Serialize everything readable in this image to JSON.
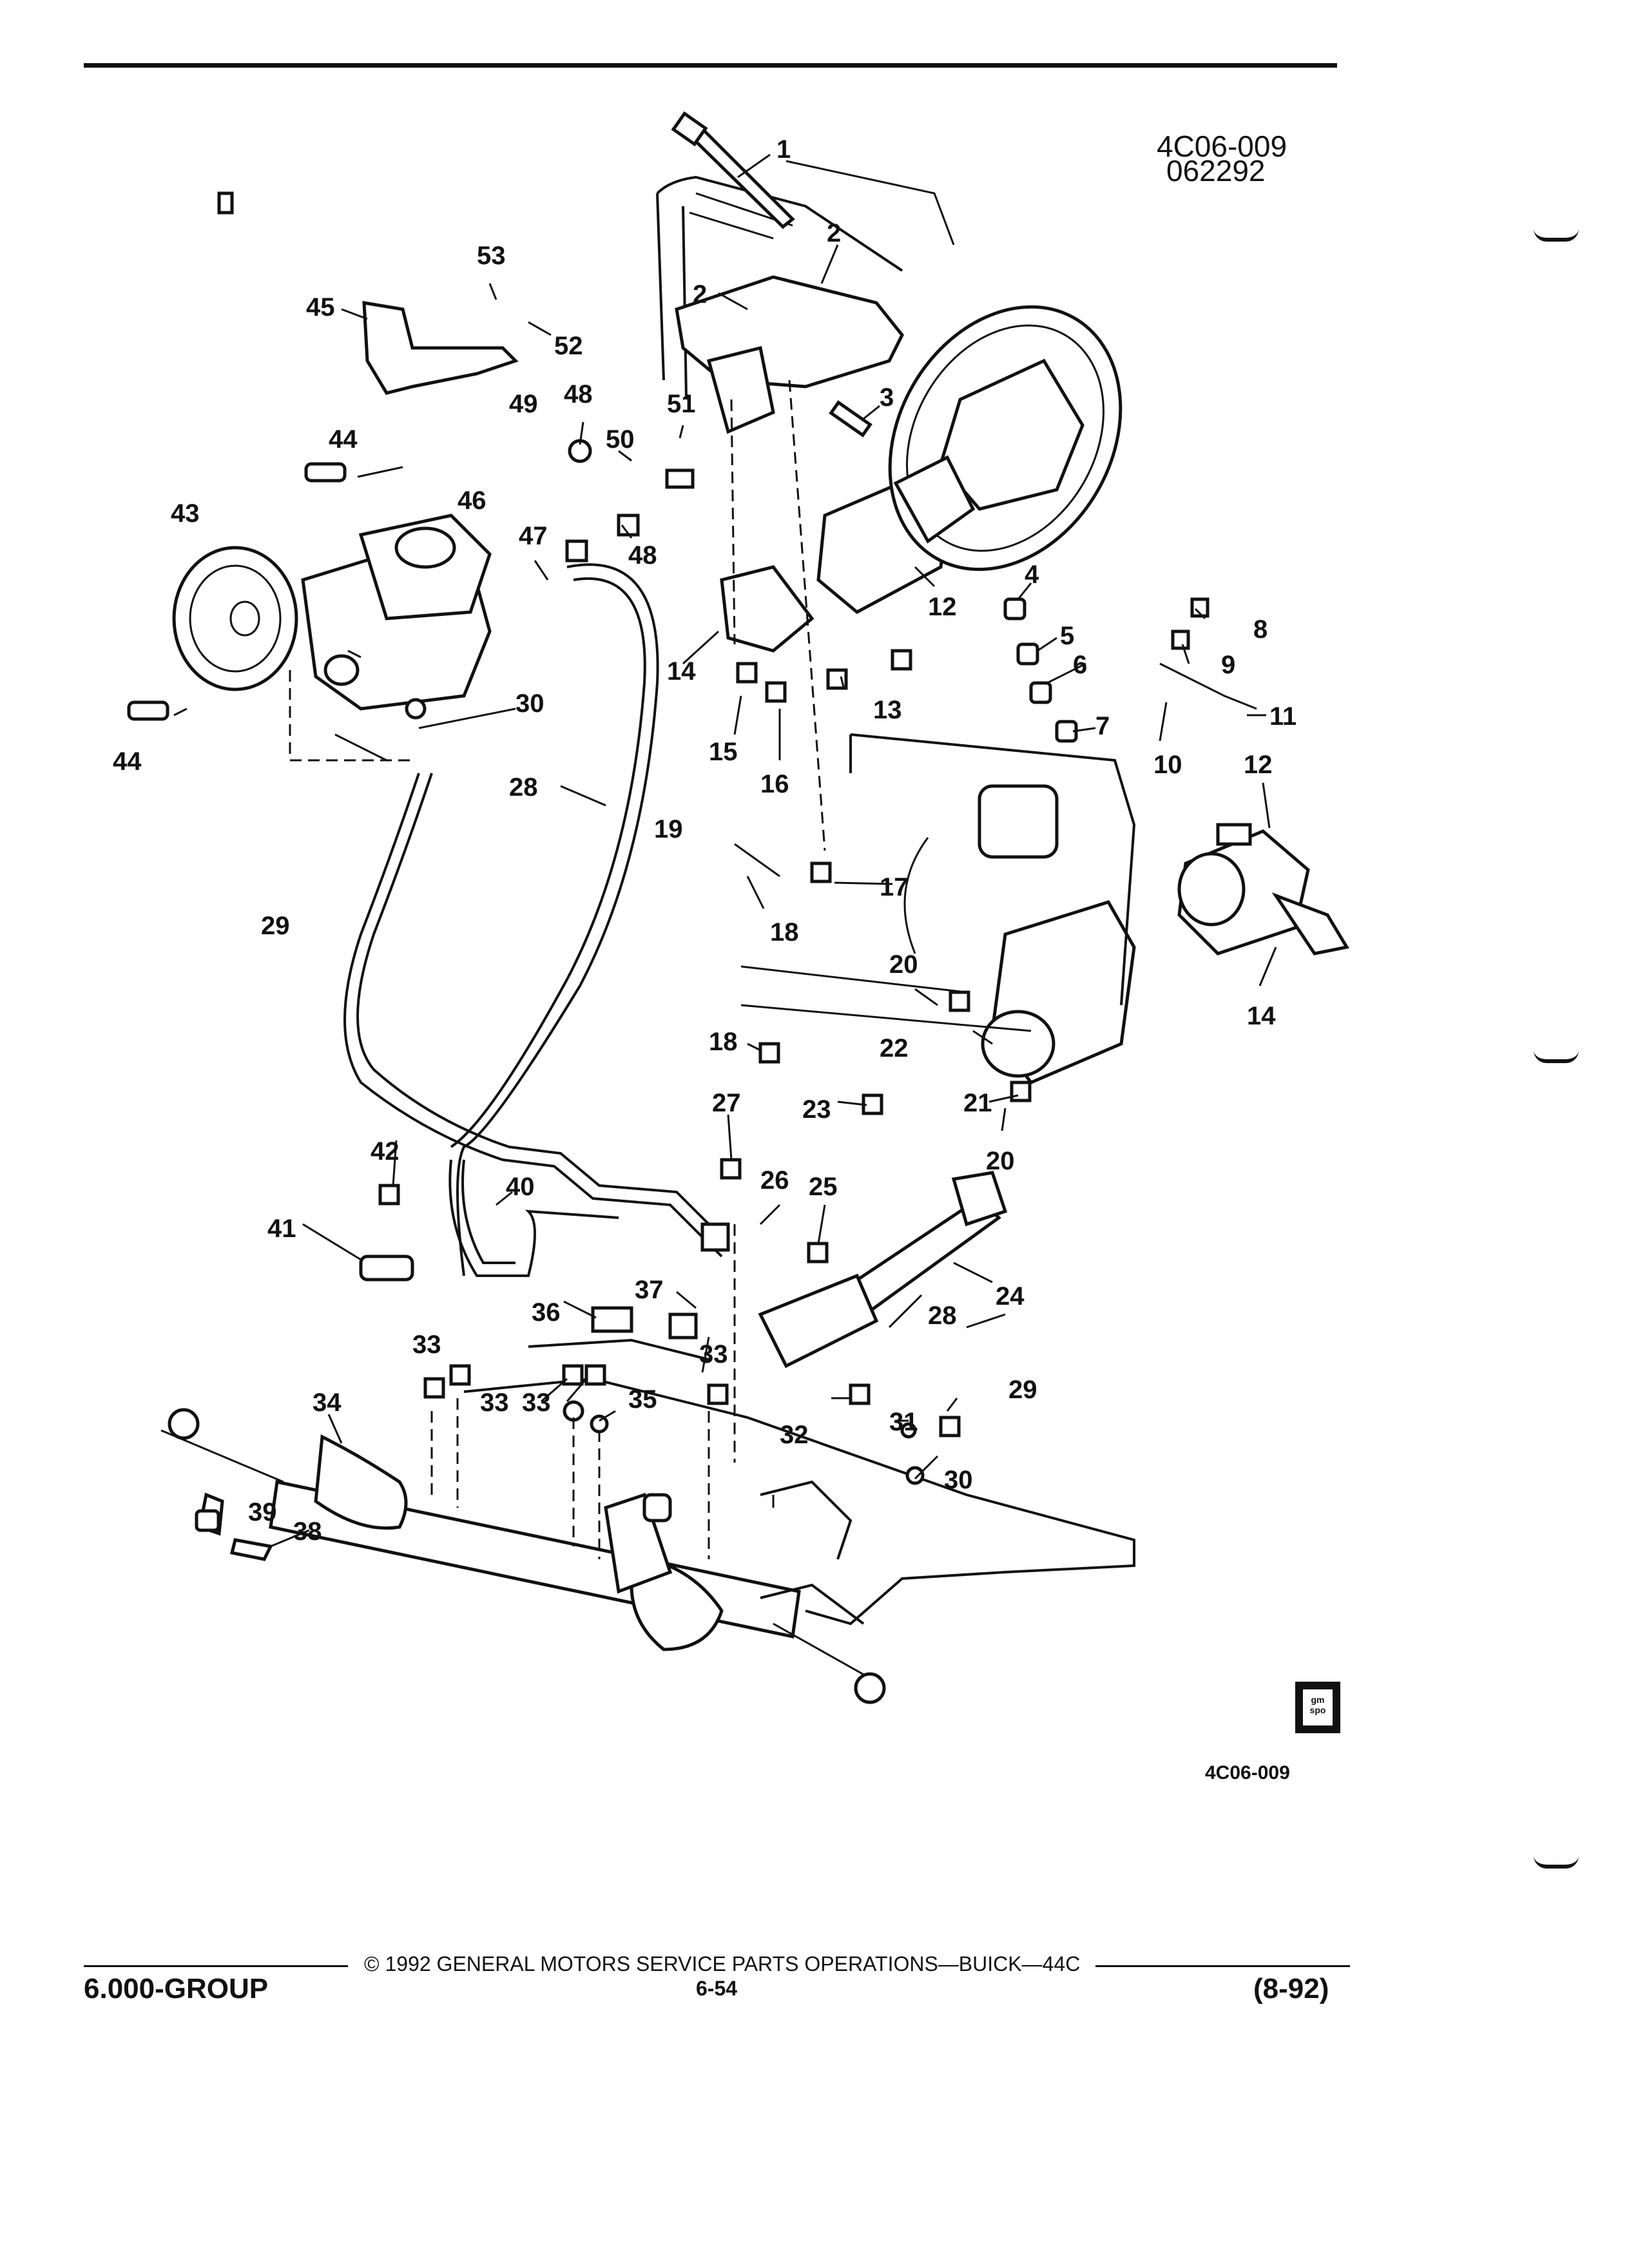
{
  "header": {
    "figure_code": "4C06-009",
    "figure_date": "062292"
  },
  "diagram": {
    "callouts": [
      "1",
      "2",
      "2",
      "3",
      "4",
      "5",
      "6",
      "7",
      "8",
      "9",
      "10",
      "11",
      "12",
      "12",
      "13",
      "14",
      "14",
      "15",
      "16",
      "17",
      "18",
      "18",
      "19",
      "20",
      "20",
      "21",
      "22",
      "23",
      "24",
      "25",
      "26",
      "27",
      "28",
      "28",
      "29",
      "29",
      "30",
      "30",
      "31",
      "32",
      "33",
      "33",
      "33",
      "33",
      "34",
      "35",
      "36",
      "37",
      "38",
      "39",
      "40",
      "41",
      "42",
      "43",
      "44",
      "44",
      "45",
      "46",
      "47",
      "48",
      "48",
      "49",
      "50",
      "51",
      "52",
      "53"
    ],
    "logo_text": "gm spo",
    "figure_code_bottom": "4C06-009"
  },
  "footer": {
    "copyright": "© 1992 GENERAL MOTORS SERVICE PARTS OPERATIONS—BUICK—44C",
    "page_number": "6-54",
    "group": "6.000-GROUP",
    "revision": "(8-92)"
  }
}
